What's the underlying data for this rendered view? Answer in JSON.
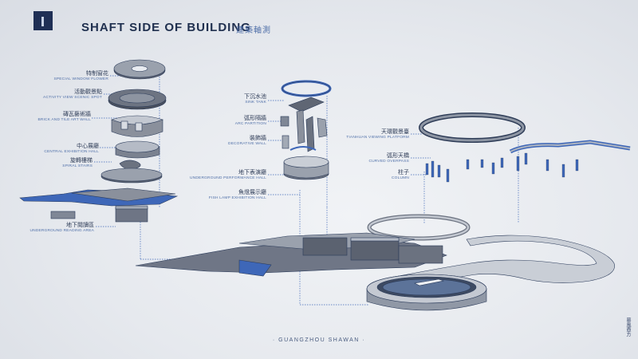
{
  "header": {
    "title": "SHAFT SIDE OF BUILDING",
    "title_cn": "建築軸測"
  },
  "left_labels": [
    {
      "cn": "特制窗花",
      "en": "SPECIAL WINDOW FLOWER"
    },
    {
      "cn": "活動觀景點",
      "en": "ACTIVITY VIEW SCENIC SPOT"
    },
    {
      "cn": "磚瓦藝術牆",
      "en": "BRICK AND TILE ART WALL"
    },
    {
      "cn": "中心展廳",
      "en": "CENTRAL EXHIBITION HALL"
    },
    {
      "cn": "旋轉樓梯",
      "en": "SPIRAL STAIRS"
    },
    {
      "cn": "地下閱讀區",
      "en": "UNDERGROUND READING AREA"
    }
  ],
  "mid_labels": [
    {
      "cn": "下沉水池",
      "en": "SINK TANK"
    },
    {
      "cn": "弧形隔牆",
      "en": "ARC PARTITION"
    },
    {
      "cn": "裝飾牆",
      "en": "DECORATIVE WALL"
    },
    {
      "cn": "地下表演廳",
      "en": "UNDERGROUND PERFORMANCE HALL"
    },
    {
      "cn": "魚燈展示廳",
      "en": "FISH LAMP EXHIBITION HALL"
    }
  ],
  "right_labels": [
    {
      "cn": "天環觀景臺",
      "en": "TIANHUAN VIEWING PLATFORM"
    },
    {
      "cn": "弧形天橋",
      "en": "CURVED OVERPASS"
    },
    {
      "cn": "柱子",
      "en": "COLUMN"
    }
  ],
  "footer": "· GUANGZHOU SHAWAN ·",
  "seal_text": "慕風壺方",
  "colors": {
    "accent": "#4f6fa8",
    "dark": "#20304f",
    "blue_edge": "#3e67b8"
  }
}
